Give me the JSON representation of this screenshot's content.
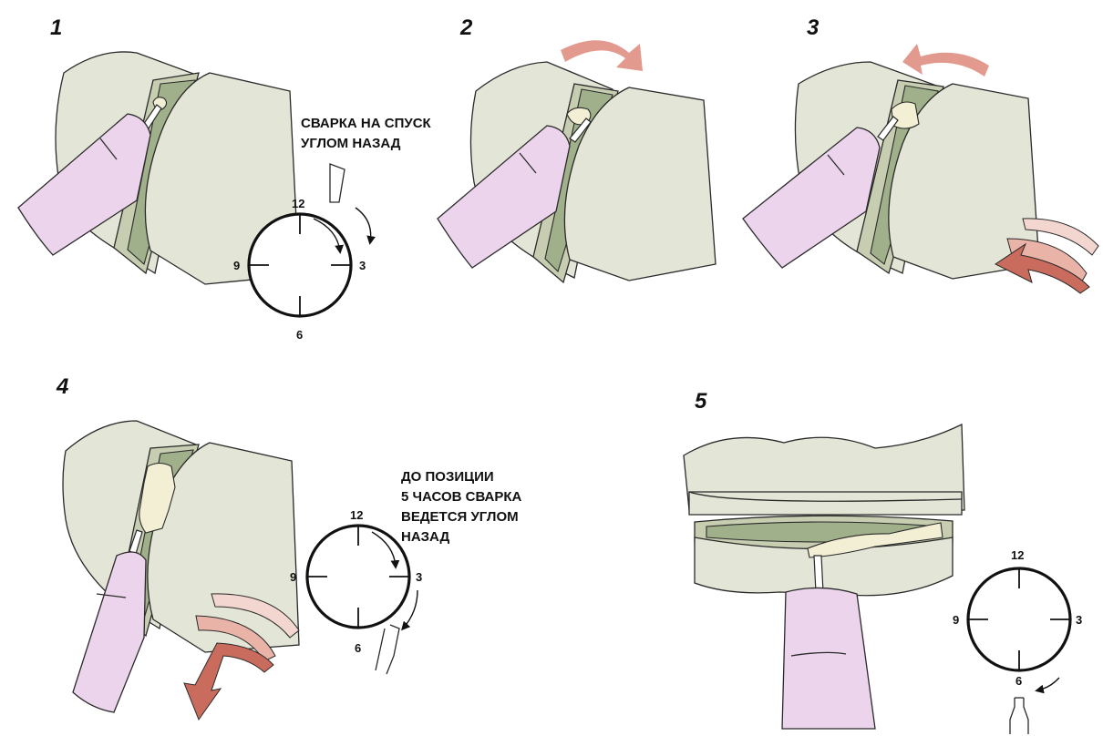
{
  "steps": [
    {
      "number": "1",
      "caption": [
        "СВАРКА НА СПУСК",
        "УГЛОМ НАЗАД"
      ],
      "clock": {
        "top": "12",
        "right": "3",
        "bottom": "6",
        "left": "9"
      }
    },
    {
      "number": "2"
    },
    {
      "number": "3"
    },
    {
      "number": "4",
      "caption": [
        "ДО ПОЗИЦИИ",
        "5 ЧАСОВ СВАРКА",
        "ВЕДЕТСЯ УГЛОМ",
        "НАЗАД"
      ],
      "clock": {
        "top": "12",
        "right": "3",
        "bottom": "6",
        "left": "9"
      }
    },
    {
      "number": "5",
      "clock": {
        "top": "12",
        "right": "3",
        "bottom": "6",
        "left": "9"
      }
    }
  ],
  "colors": {
    "pipe": "#e3e5d6",
    "ring": "#c6cdb0",
    "groove": "#9fb08a",
    "torch": "#ecd4ec",
    "bead": "#f3efd4",
    "rotation_arrow": "#e29a8f",
    "motion_arrow_dark": "#c96b5d",
    "motion_arrow_light": "#f3d6cf"
  }
}
